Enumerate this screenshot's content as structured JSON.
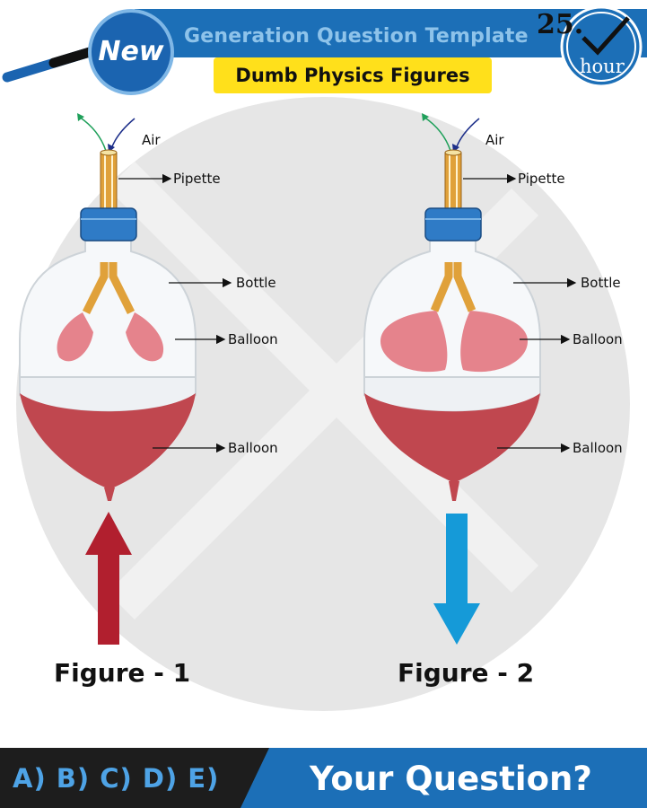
{
  "header": {
    "badge": "New",
    "title": "Generation Question Template",
    "subtitle": "Dumb Physics Figures",
    "clock_number": "25.",
    "clock_unit": "hour"
  },
  "figure1": {
    "caption": "Figure - 1",
    "labels": {
      "air": "Air",
      "pipette": "Pipette",
      "bottle": "Bottle",
      "balloon_inner": "Balloon",
      "balloon_bottom": "Balloon"
    },
    "arrow_direction": "up"
  },
  "figure2": {
    "caption": "Figure - 2",
    "labels": {
      "air": "Air",
      "pipette": "Pipette",
      "bottle": "Bottle",
      "balloon_inner": "Balloon",
      "balloon_bottom": "Balloon"
    },
    "arrow_direction": "down"
  },
  "footer": {
    "answers": "A) B) C) D) E)",
    "question": "Your Question?"
  },
  "colors": {
    "brand_blue": "#1c6fb7",
    "highlight_yellow": "#ffe01b",
    "balloon_red": "#c0474f",
    "arrow_red": "#b11f2e",
    "arrow_blue": "#159ad8"
  }
}
